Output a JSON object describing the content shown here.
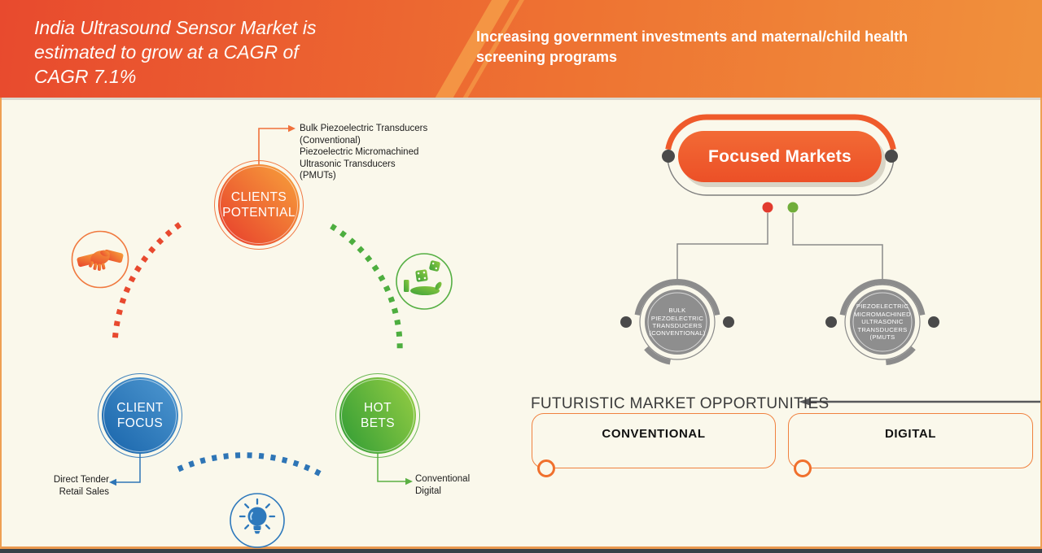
{
  "header": {
    "title": "India Ultrasound Sensor Market is\nestimated to grow at a CAGR of\nCAGR 7.1%",
    "subtitle": "Increasing government investments and maternal/child health\nscreening programs"
  },
  "cycle": {
    "clients_potential": {
      "label": "CLIENTS\nPOTENTIAL",
      "note": "Bulk Piezoelectric Transducers\n(Conventional)\nPiezoelectric Micromachined\nUltrasonic Transducers\n(PMUTs)"
    },
    "client_focus": {
      "label": "CLIENT\nFOCUS",
      "note": "Direct Tender\nRetail Sales"
    },
    "hot_bets": {
      "label": "HOT\nBETS",
      "note": "Conventional\nDigital"
    },
    "icons": {
      "clients_potential": "handshake-icon",
      "hot_bets": "dice-in-hand-icon",
      "client_focus": "lightbulb-icon"
    }
  },
  "focused_markets": {
    "title": "Focused Markets",
    "nodes": [
      {
        "label": "BULK\nPIEZOELECTRIC\nTRANSDUCERS\n(CONVENTIONAL)"
      },
      {
        "label": "PIEZOELECTRIC\nMICROMACHINED\nULTRASONIC\nTRANSDUCERS\n(PMUTS"
      }
    ]
  },
  "futuristic": {
    "heading": "FUTURISTIC MARKET OPPORTUNITIES",
    "boxes": [
      {
        "label": "CONVENTIONAL"
      },
      {
        "label": "DIGITAL"
      }
    ]
  },
  "colors": {
    "orange": "#EF5A2B",
    "orange_light": "#F7A03B",
    "blue": "#2E75B6",
    "green": "#5BB043",
    "gray_node": "#8E8E8E",
    "dark_dot": "#4A4A4A",
    "red_dot": "#E23B2E",
    "green_dot": "#70AD3A",
    "cream": "#FAF8EB"
  }
}
